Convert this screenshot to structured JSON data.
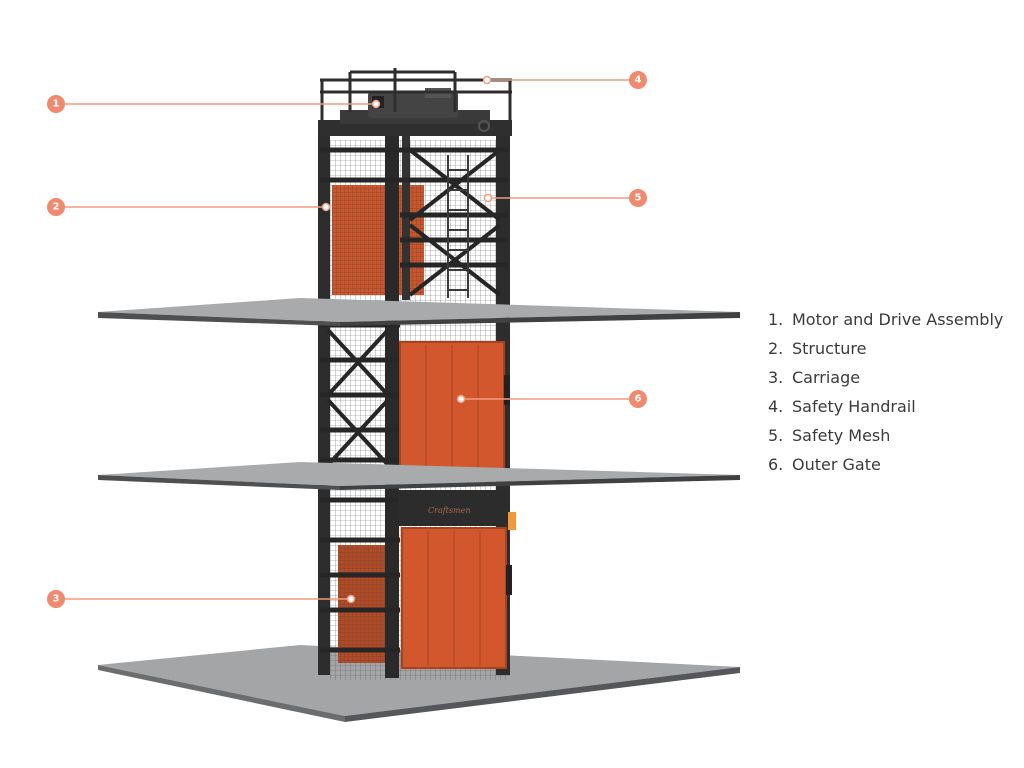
{
  "colors": {
    "accent": "#ef8a6e",
    "accent_line": "#f19a80",
    "frame": "#2b2b2b",
    "gate": "#d8582c",
    "floor_top": "#9a9c9e",
    "floor_edge": "#4a4c4e"
  },
  "callouts": [
    {
      "number": "1"
    },
    {
      "number": "2"
    },
    {
      "number": "3"
    },
    {
      "number": "4"
    },
    {
      "number": "5"
    },
    {
      "number": "6"
    }
  ],
  "legend": [
    {
      "num": "1.",
      "label": "Motor and Drive Assembly"
    },
    {
      "num": "2.",
      "label": "Structure"
    },
    {
      "num": "3.",
      "label": "Carriage"
    },
    {
      "num": "4.",
      "label": "Safety Handrail"
    },
    {
      "num": "5.",
      "label": "Safety Mesh"
    },
    {
      "num": "6.",
      "label": "Outer Gate"
    }
  ]
}
